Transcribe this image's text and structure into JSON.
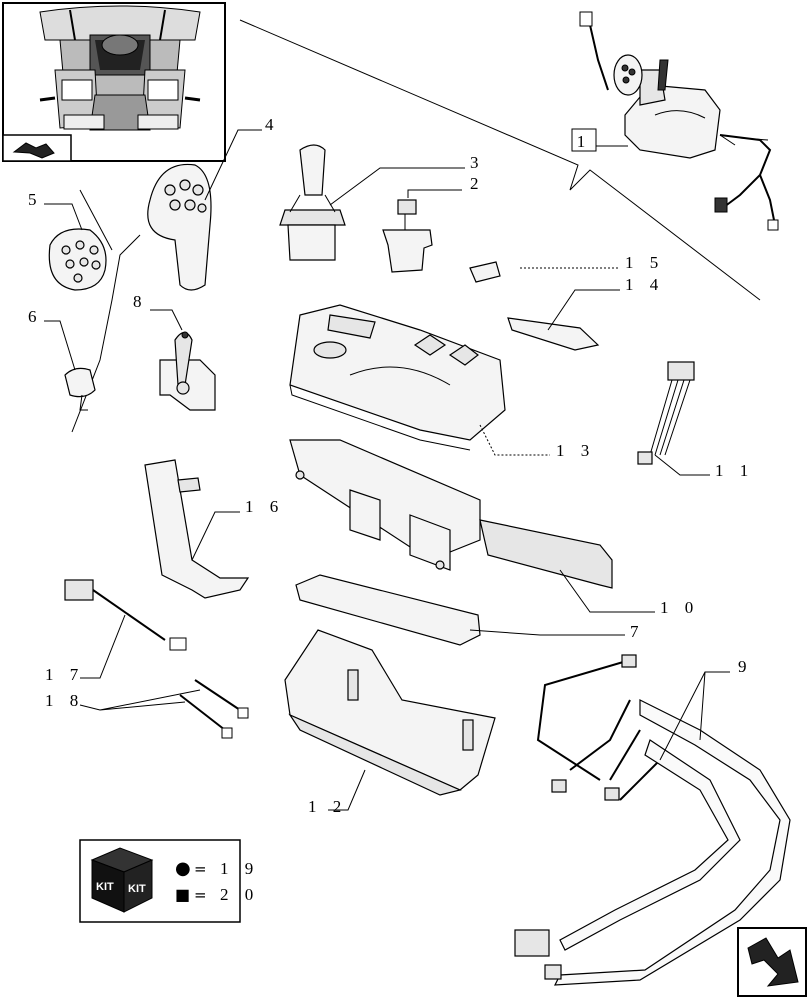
{
  "callouts": [
    {
      "id": "1",
      "text": "1"
    },
    {
      "id": "2",
      "text": "2"
    },
    {
      "id": "3",
      "text": "3"
    },
    {
      "id": "4",
      "text": "4"
    },
    {
      "id": "5",
      "text": "5"
    },
    {
      "id": "6",
      "text": "6"
    },
    {
      "id": "7",
      "text": "7"
    },
    {
      "id": "8",
      "text": "8"
    },
    {
      "id": "9",
      "text": "9"
    },
    {
      "id": "10",
      "text": "1 0"
    },
    {
      "id": "11",
      "text": "1 1"
    },
    {
      "id": "12",
      "text": "1 2"
    },
    {
      "id": "13",
      "text": "1 3"
    },
    {
      "id": "14",
      "text": "1 4"
    },
    {
      "id": "15",
      "text": "1 5"
    },
    {
      "id": "16",
      "text": "1 6"
    },
    {
      "id": "17",
      "text": "1 7"
    },
    {
      "id": "18",
      "text": "1 8"
    }
  ],
  "legend": {
    "kit_text": "KIT",
    "circle_symbol": "●",
    "circle_eq": "=",
    "circle_value": "1 9",
    "square_symbol": "■",
    "square_eq": "=",
    "square_value": "2 0"
  }
}
